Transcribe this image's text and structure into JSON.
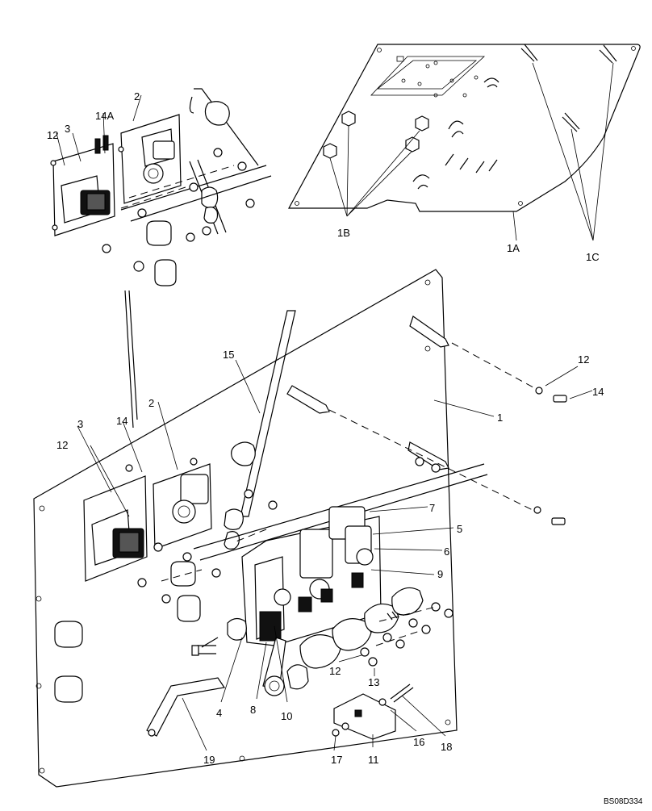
{
  "drawing_ref": "BS08D334",
  "callouts": {
    "c1": "1",
    "c1A": "1A",
    "c1B": "1B",
    "c1C": "1C",
    "c2_top": "2",
    "c3_top": "3",
    "c12_top": "12",
    "c14A": "14A",
    "c2": "2",
    "c3": "3",
    "c12_left": "12",
    "c14_left": "14",
    "c15": "15",
    "c12_right": "12",
    "c14_right": "14",
    "c7": "7",
    "c5": "5",
    "c6": "6",
    "c9": "9",
    "c12_bottom": "12",
    "c13": "13",
    "c4": "4",
    "c8": "8",
    "c10": "10",
    "c11": "11",
    "c16": "16",
    "c17": "17",
    "c18": "18",
    "c19": "19"
  }
}
